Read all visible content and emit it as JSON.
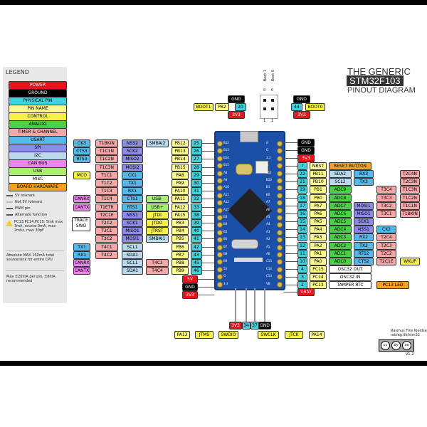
{
  "title": {
    "line1": "THE GENERIC",
    "line2": "STM32F103",
    "line3": "PINOUT DIAGRAM"
  },
  "legend": {
    "heading": "LEGEND",
    "items": [
      {
        "label": "POWER",
        "color": "#e8141b",
        "text": "#ffffff"
      },
      {
        "label": "GROUND",
        "color": "#000000",
        "text": "#ffffff"
      },
      {
        "label": "PHYSICAL PIN",
        "color": "#3fd2dd",
        "text": "#000000"
      },
      {
        "label": "PIN NAME",
        "color": "#fffb8c",
        "text": "#000000"
      },
      {
        "label": "CONTROL",
        "color": "#f5f04a",
        "text": "#000000"
      },
      {
        "label": "ANALOG",
        "color": "#4ccf48",
        "text": "#000000"
      },
      {
        "label": "TIMER & CHANNEL",
        "color": "#f4a7a7",
        "text": "#000000"
      },
      {
        "label": "USART",
        "color": "#55b8e8",
        "text": "#000000"
      },
      {
        "label": "SPI",
        "color": "#8c8ce8",
        "text": "#000000"
      },
      {
        "label": "I2C",
        "color": "#b8d8ee",
        "text": "#000000"
      },
      {
        "label": "CAN BUS",
        "color": "#ee82ee",
        "text": "#000000"
      },
      {
        "label": "USB",
        "color": "#a8ee70",
        "text": "#000000"
      },
      {
        "label": "MISC",
        "color": "#ffffff",
        "text": "#000000"
      },
      {
        "label": "BOARD HARDWARE",
        "color": "#f5a023",
        "text": "#000000"
      }
    ],
    "notes": [
      "5V tolerant",
      "Not 5V tolerant",
      "PWM pin",
      "Alternate function"
    ],
    "warning": "PC13,PC14,PC15: Sink max 3mA, source 0mA, max 2mhz, max 30pF",
    "abs_max": "Absolute MAX 150mA total source/sink for entire CPU",
    "max_pin": "Max ±20mA per pin, ±8mA recommended"
  },
  "boot_header": {
    "label_boot1": "Boot 1",
    "label_boot0": "Boot 0",
    "ticks": [
      "0",
      "0",
      "1",
      "1"
    ],
    "left_top": [
      "GND"
    ],
    "left": [
      "BOOT1",
      "PB2",
      "20"
    ],
    "left_bottom": [
      "3V3"
    ],
    "right_top": [
      "GND"
    ],
    "right": [
      "44",
      "BOOT0"
    ],
    "right_bottom": [
      "3V3"
    ]
  },
  "left_pins": [
    {
      "pin": "25",
      "name": "PB12",
      "f": [
        "SMBAI2",
        "NSS2",
        "T1BKIN",
        "CK3"
      ]
    },
    {
      "pin": "26",
      "name": "PB13",
      "f": [
        "",
        "SCK2",
        "T1C1N",
        "CTS3"
      ]
    },
    {
      "pin": "27",
      "name": "PB14",
      "f": [
        "",
        "MISO2",
        "T1C2N",
        "RTS3"
      ]
    },
    {
      "pin": "28",
      "name": "PB15",
      "f": [
        "",
        "MOSI2",
        "T1C3N",
        ""
      ]
    },
    {
      "pin": "29",
      "name": "PA8",
      "f": [
        "",
        "CK1",
        "T1C1",
        "MCO"
      ]
    },
    {
      "pin": "30",
      "name": "PA9",
      "f": [
        "",
        "TX1",
        "T1C2",
        ""
      ]
    },
    {
      "pin": "31",
      "name": "PA10",
      "f": [
        "",
        "RX1",
        "T1C3",
        ""
      ]
    },
    {
      "pin": "32",
      "name": "PA11",
      "f": [
        "USB-",
        "CTS1",
        "T1C4",
        "CANRX"
      ]
    },
    {
      "pin": "33",
      "name": "PA12",
      "f": [
        "USB+",
        "RTS1",
        "T1ETR",
        "CANTX"
      ]
    },
    {
      "pin": "38",
      "name": "PA15",
      "f": [
        "JTDI",
        "NSS1",
        "T2C1E",
        ""
      ]
    },
    {
      "pin": "39",
      "name": "PB3",
      "f": [
        "JTDO",
        "SCK1",
        "T2C2",
        "TRACE SWO"
      ]
    },
    {
      "pin": "40",
      "name": "PB4",
      "f": [
        "JTRST",
        "MISO1",
        "T3C1",
        ""
      ]
    },
    {
      "pin": "41",
      "name": "PB5",
      "f": [
        "SMBAI1",
        "MOSI1",
        "T3C2",
        ""
      ]
    },
    {
      "pin": "42",
      "name": "PB6",
      "f": [
        "",
        "SCL1",
        "T4C1",
        "TX1"
      ]
    },
    {
      "pin": "43",
      "name": "PB7",
      "f": [
        "",
        "SDA1",
        "T4C2",
        "RX1"
      ]
    },
    {
      "pin": "45",
      "name": "PB8",
      "f": [
        "T4C3",
        "SCL1",
        "",
        "CANRX"
      ]
    },
    {
      "pin": "46",
      "name": "PB9",
      "f": [
        "T4C4",
        "SDA1",
        "",
        "CANTX"
      ]
    }
  ],
  "left_bottom": [
    "5V",
    "GND",
    "3V3"
  ],
  "right_top": [
    "GND",
    "GND",
    "3V3"
  ],
  "right_pins": [
    {
      "pin": "7",
      "name": "NRST",
      "f": [
        "RESET BUTTON",
        "",
        ""
      ]
    },
    {
      "pin": "22",
      "name": "PB11",
      "f": [
        "SDA2",
        "RX3",
        "T2C4N"
      ]
    },
    {
      "pin": "21",
      "name": "PB10",
      "f": [
        "SCL2",
        "TX3",
        "T2C3N"
      ]
    },
    {
      "pin": "19",
      "name": "PB1",
      "f": [
        "ADC9",
        "T3C4",
        "T1C3N"
      ]
    },
    {
      "pin": "18",
      "name": "PB0",
      "f": [
        "ADC8",
        "T3C3",
        "T1C2N"
      ]
    },
    {
      "pin": "17",
      "name": "PA7",
      "f": [
        "ADC7",
        "MOSI1",
        "T3C2",
        "T1C1N"
      ]
    },
    {
      "pin": "16",
      "name": "PA6",
      "f": [
        "ADC6",
        "MISO1",
        "T3C1",
        "T1BKIN"
      ]
    },
    {
      "pin": "15",
      "name": "PA5",
      "f": [
        "ADC5",
        "SCK1",
        ""
      ]
    },
    {
      "pin": "14",
      "name": "PA4",
      "f": [
        "ADC4",
        "NSS1",
        "CK2"
      ]
    },
    {
      "pin": "13",
      "name": "PA3",
      "f": [
        "ADC3",
        "RX2",
        "T2C4"
      ]
    },
    {
      "pin": "12",
      "name": "PA2",
      "f": [
        "ADC2",
        "TX2",
        "T2C3"
      ]
    },
    {
      "pin": "11",
      "name": "PA1",
      "f": [
        "ADC1",
        "RTS2",
        "T2C2"
      ]
    },
    {
      "pin": "10",
      "name": "PA0",
      "f": [
        "ADC0",
        "CTS2",
        "T2C1E",
        "WKUP"
      ]
    },
    {
      "pin": "4",
      "name": "PC15",
      "f": [
        "OSC32 OUT"
      ]
    },
    {
      "pin": "3",
      "name": "PC14",
      "f": [
        "OSC32 IN"
      ]
    },
    {
      "pin": "2",
      "name": "PC13",
      "f": [
        "TAMPER RTC",
        "PC13 LED"
      ]
    }
  ],
  "right_bottom": [
    "VBAT"
  ],
  "bottom": {
    "pins": [
      "3V3",
      "34",
      "37",
      "GND"
    ],
    "left": [
      "PA13",
      "JTMS",
      "SWDIO"
    ],
    "right": [
      "SWCLK",
      "JTCK",
      "PA14"
    ]
  },
  "board_silk_left": [
    "B12",
    "B13",
    "B14",
    "B15",
    "A8",
    "A9",
    "A10",
    "A11",
    "A12",
    "A15",
    "B3",
    "B4",
    "B5",
    "B6",
    "B7",
    "B8",
    "B9",
    "5V",
    "G",
    "3.3"
  ],
  "board_silk_right": [
    "G",
    "G",
    "3.3",
    "R",
    "B11",
    "B10",
    "B1",
    "B0",
    "A7",
    "A6",
    "A5",
    "A4",
    "A3",
    "A2",
    "A1",
    "A0",
    "C15",
    "C14",
    "C13",
    "VB"
  ],
  "credit": {
    "author": "Rasmus Friis Kjeldsen",
    "url": "reblag.dk/stm32",
    "version": "V1.2"
  },
  "license": [
    "cc",
    "by",
    "sa"
  ]
}
